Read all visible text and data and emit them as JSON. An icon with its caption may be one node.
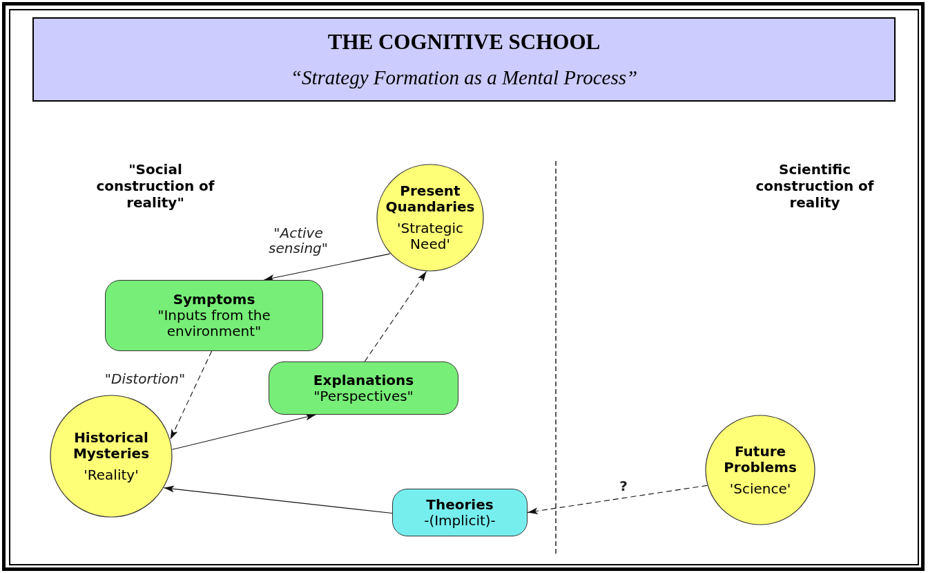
{
  "diagram": {
    "nodes": [
      {
        "text": [
          "THE COGNITIVE SCHOOL",
          "“Strategy Formation as a Mental Process”"
        ]
      },
      {
        "text": [
          "Present Quandaries",
          "'Strategic Need'"
        ]
      },
      {
        "text": [
          "Symptoms",
          "\"Inputs from the environment\""
        ]
      },
      {
        "text": [
          "Explanations",
          "\"Perspectives\""
        ]
      },
      {
        "text": [
          "Historical Mysteries",
          "'Reality'"
        ]
      },
      {
        "text": [
          "Theories",
          "-(Implicit)-"
        ]
      },
      {
        "text": [
          "Future Problems",
          "'Science'"
        ]
      }
    ],
    "edges": [
      {
        "from": 1,
        "to": 2,
        "arrow": "to",
        "label": "\"Active sensing\""
      },
      {
        "from": 2,
        "to": 4,
        "arrow": "to",
        "style": "dashed",
        "label": "\"Distortion\""
      },
      {
        "from": 4,
        "to": 3,
        "arrow": "to"
      },
      {
        "from": 3,
        "to": 1,
        "arrow": "to",
        "style": "dashed"
      },
      {
        "from": 5,
        "to": 4,
        "arrow": "to"
      },
      {
        "from": 6,
        "to": 5,
        "arrow": "to",
        "style": "dashed",
        "label": "?"
      }
    ],
    "labels": [
      "\"Social construction of reality\"",
      "Scientific construction of reality"
    ]
  }
}
